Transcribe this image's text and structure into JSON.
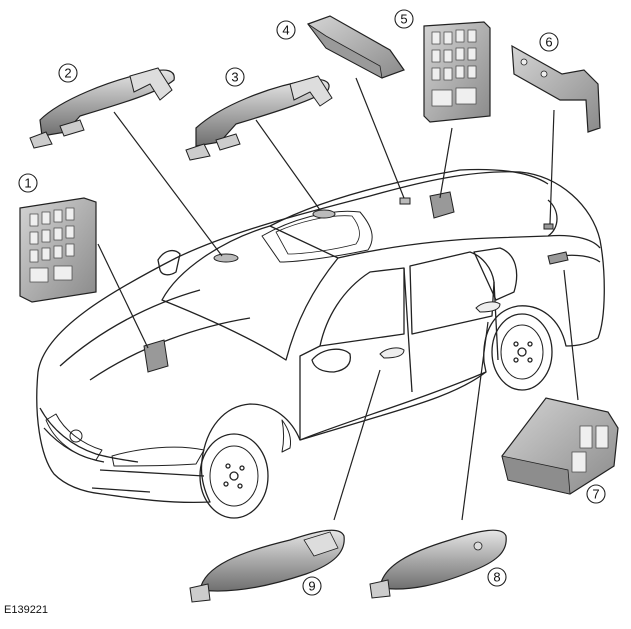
{
  "figure_id": "E139221",
  "callouts": [
    "1",
    "2",
    "3",
    "4",
    "5",
    "6",
    "7",
    "8",
    "9"
  ]
}
